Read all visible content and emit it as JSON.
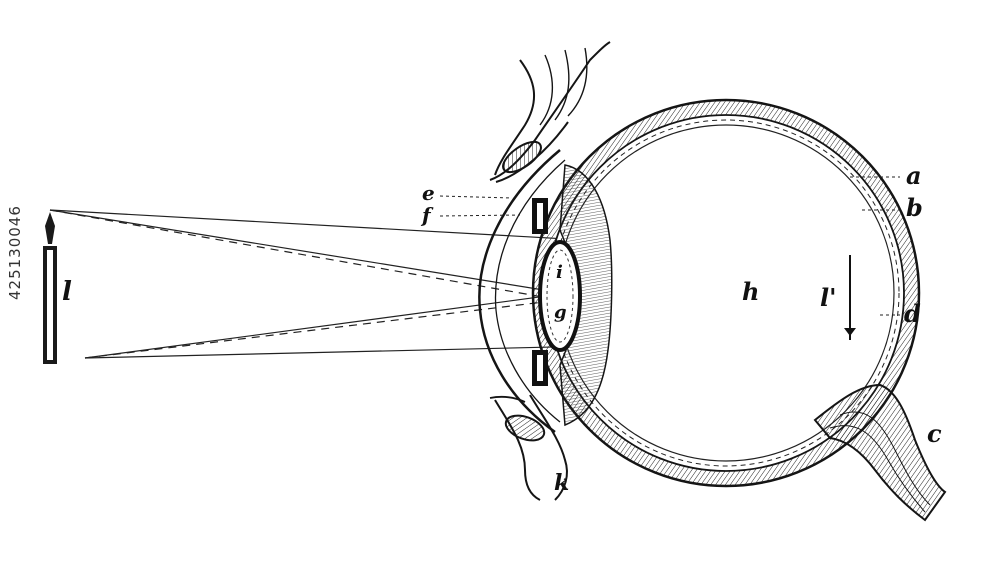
{
  "figure": {
    "labels": {
      "a": "a",
      "b": "b",
      "c": "c",
      "d": "d",
      "e": "e",
      "f": "f",
      "h": "h",
      "i": "i",
      "k": "k",
      "l_object": "l",
      "l_image": "l'",
      "g": "g"
    }
  },
  "watermark": {
    "stock_id": "425130046"
  }
}
